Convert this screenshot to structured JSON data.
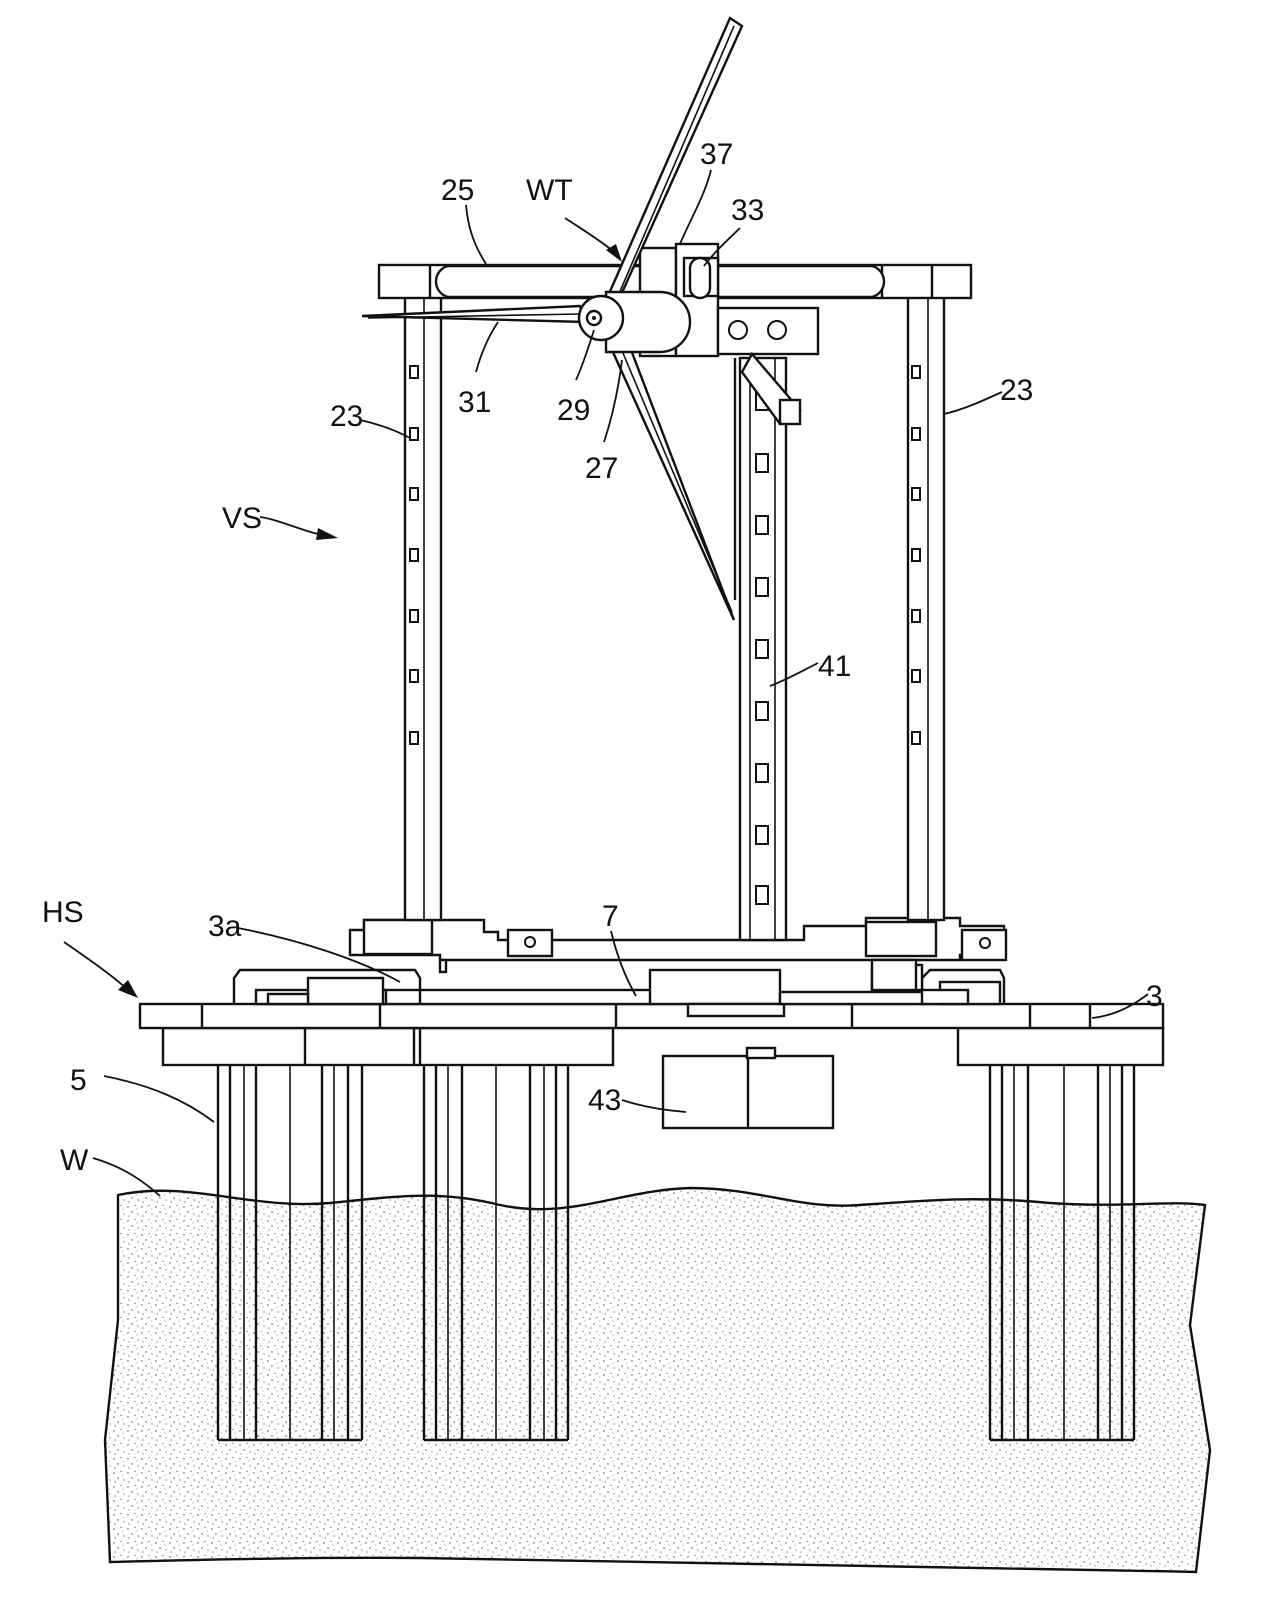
{
  "labels": {
    "wt": "WT",
    "n25": "25",
    "n37": "37",
    "n33": "33",
    "n23_left": "23",
    "n23_right": "23",
    "n31": "31",
    "n29": "29",
    "n27": "27",
    "vs": "VS",
    "n41": "41",
    "hs": "HS",
    "n3a": "3a",
    "n7": "7",
    "n3": "3",
    "n5": "5",
    "n43": "43",
    "w": "W"
  },
  "water": {
    "fill": "stipple"
  }
}
